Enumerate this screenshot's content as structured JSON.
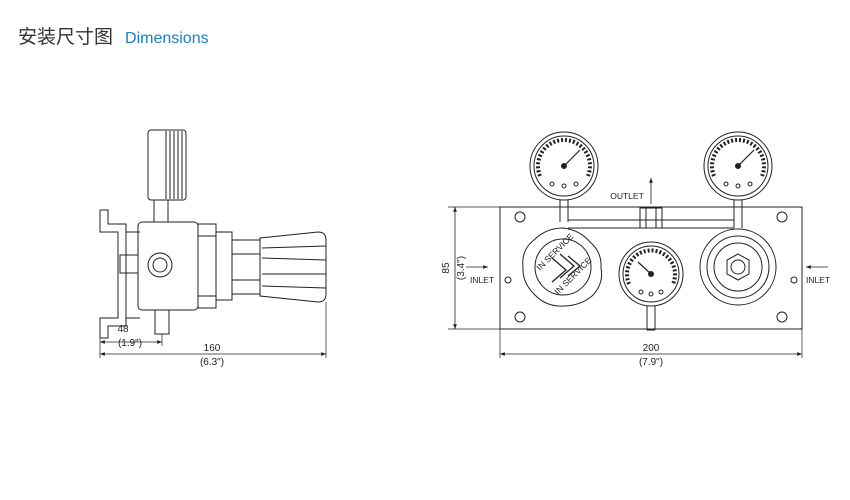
{
  "header": {
    "title_cn": "安装尺寸图",
    "title_en": "Dimensions"
  },
  "side_view": {
    "dim_small_mm": "48",
    "dim_small_in": "(1.9\")",
    "dim_width_mm": "160",
    "dim_width_in": "(6.3\")"
  },
  "front_view": {
    "dim_height_mm": "85",
    "dim_height_in": "(3.4\")",
    "dim_width_mm": "200",
    "dim_width_in": "(7.9\")",
    "inlet_left": "INLET",
    "inlet_right": "INLET",
    "outlet": "OUTLET",
    "knob_label_top": "IN SERVICE",
    "knob_label_bottom": "IN SERVICE"
  },
  "colors": {
    "title_en": "#1a7fc1",
    "line": "#222222"
  }
}
